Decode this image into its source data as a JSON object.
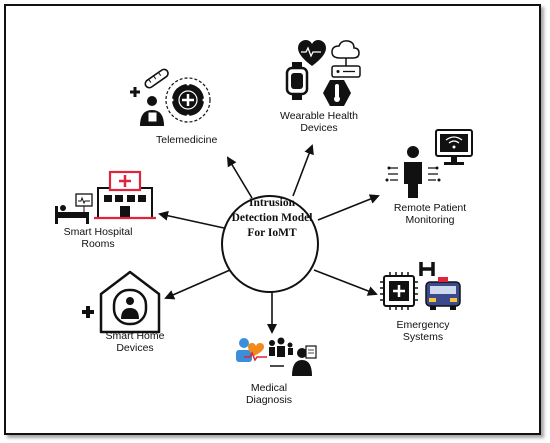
{
  "center": {
    "line1": "Intrusion",
    "line2": "Detection Model",
    "line3": "For IoMT"
  },
  "nodes": {
    "telemedicine": {
      "line1": "Telemedicine"
    },
    "wearable": {
      "line1": "Wearable Health",
      "line2": "Devices"
    },
    "remote": {
      "line1": "Remote Patient",
      "line2": "Monitoring"
    },
    "emergency": {
      "line1": "Emergency",
      "line2": "Systems"
    },
    "medical": {
      "line1": "Medical",
      "line2": "Diagnosis"
    },
    "smarthome": {
      "line1": "Smart Home",
      "line2": "Devices"
    },
    "hospital": {
      "line1": "Smart Hospital",
      "line2": "Rooms"
    }
  },
  "colors": {
    "accent_red": "#e0243a",
    "accent_blue": "#3a8fd9",
    "accent_orange": "#f08a1c",
    "ink": "#111111"
  }
}
